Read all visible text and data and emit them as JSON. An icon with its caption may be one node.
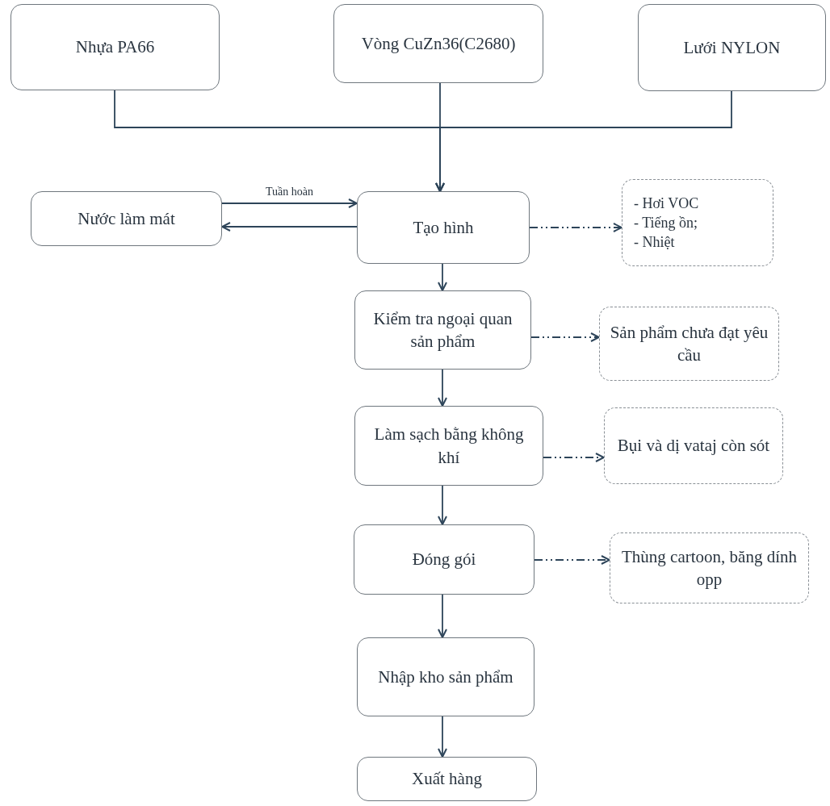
{
  "diagram": {
    "nodes": [
      {
        "text": [
          "Nhựa PA66"
        ]
      },
      {
        "text": [
          "Vòng CuZn36(C2680)"
        ]
      },
      {
        "text": [
          "Lưới NYLON"
        ]
      },
      {
        "text": [
          "Nước làm mát"
        ]
      },
      {
        "text": [
          "Tạo hình"
        ]
      },
      {
        "text": [
          "- Hơi VOC",
          "- Tiếng ồn;",
          "- Nhiệt"
        ]
      },
      {
        "text": [
          "Kiểm tra ngoại quan sản phẩm"
        ]
      },
      {
        "text": [
          "Sản phẩm chưa đạt yêu cầu"
        ]
      },
      {
        "text": [
          "Làm sạch bằng không khí"
        ]
      },
      {
        "text": [
          "Bụi và dị vataj còn sót"
        ]
      },
      {
        "text": [
          "Đóng gói"
        ]
      },
      {
        "text": [
          "Thùng cartoon, băng dính opp"
        ]
      },
      {
        "text": [
          "Nhập kho sản phẩm"
        ]
      },
      {
        "text": [
          "Xuất hàng"
        ]
      }
    ],
    "edges": [
      {
        "from": 0,
        "to": 4,
        "arrow": "to"
      },
      {
        "from": 1,
        "to": 4,
        "arrow": "to"
      },
      {
        "from": 2,
        "to": 4,
        "arrow": "to"
      },
      {
        "from": 3,
        "to": 4,
        "arrow": "to",
        "label": "Tuần hoàn"
      },
      {
        "from": 4,
        "to": 3,
        "arrow": "to"
      },
      {
        "from": 4,
        "to": 5,
        "arrow": "to",
        "style": "dashed"
      },
      {
        "from": 4,
        "to": 6,
        "arrow": "to"
      },
      {
        "from": 6,
        "to": 7,
        "arrow": "to",
        "style": "dashed"
      },
      {
        "from": 6,
        "to": 8,
        "arrow": "to"
      },
      {
        "from": 8,
        "to": 9,
        "arrow": "to",
        "style": "dashed"
      },
      {
        "from": 8,
        "to": 10,
        "arrow": "to"
      },
      {
        "from": 10,
        "to": 11,
        "arrow": "to",
        "style": "dashed"
      },
      {
        "from": 10,
        "to": 12,
        "arrow": "to"
      },
      {
        "from": 12,
        "to": 13,
        "arrow": "to"
      }
    ]
  }
}
